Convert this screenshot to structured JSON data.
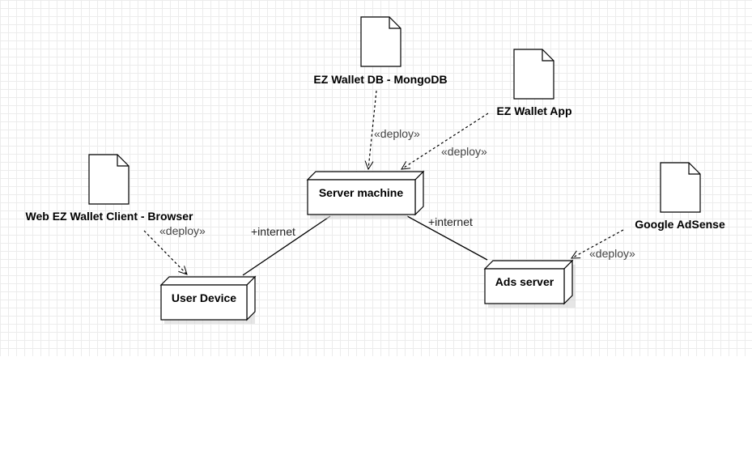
{
  "artifacts": {
    "db": {
      "name": "EZ Wallet DB - MongoDB"
    },
    "app": {
      "name": "EZ Wallet App"
    },
    "client": {
      "name": "Web EZ Wallet Client - Browser"
    },
    "adsense": {
      "name": "Google AdSense"
    }
  },
  "nodes": {
    "server": {
      "name": "Server machine"
    },
    "user": {
      "name": "User Device"
    },
    "ads": {
      "name": "Ads server"
    }
  },
  "deploy_label": "«deploy»",
  "links": {
    "server_user": "+internet",
    "server_ads": "+internet"
  }
}
